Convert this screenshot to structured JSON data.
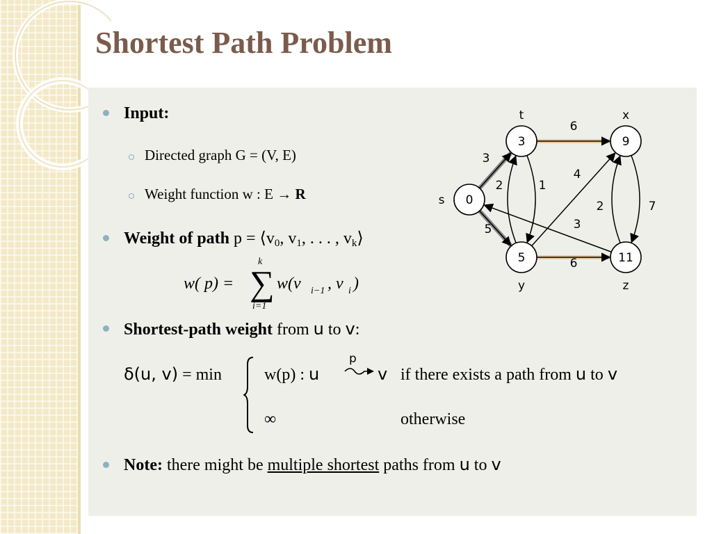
{
  "slide": {
    "title": "Shortest Path Problem",
    "input": {
      "label": "Input:",
      "items": [
        "Directed graph G = (V, E)",
        "Weight function w : E → "
      ],
      "reals": "R"
    },
    "weight_of_path": {
      "label": "Weight of path",
      "p_eq": "p = ⟨v",
      "sub0": "0",
      "mid1": ", v",
      "sub1": "1",
      "mid2": ", . . . , v",
      "subk": "k",
      "close": "⟩"
    },
    "formula": {
      "lhs": "w( p) =",
      "sum_top": "k",
      "sum_bottom": "i=1",
      "term": "w(v",
      "term_sub1": "i−1",
      "comma": ", v",
      "term_sub2": "i",
      "term_close": ")"
    },
    "shortest_path_weight": {
      "label": "Shortest-path weight",
      "from": " from ",
      "u": "u",
      "to": " to ",
      "v": "v",
      "colon": ":"
    },
    "delta": {
      "lhs": "δ(u, v)",
      "eq_min": " = min",
      "case1_left": "w(p) : ",
      "case1_u": "u",
      "path_label": "p",
      "case1_v": "v",
      "case1_cond": "if there exists a path from ",
      "case1_cond_u": "u",
      "case1_cond_to": " to ",
      "case1_cond_v": "v",
      "case2_left": "∞",
      "case2_cond": "otherwise"
    },
    "note": {
      "label": "Note:",
      "text1": " there might be ",
      "underlined": "multiple shortest",
      "text2": " paths from ",
      "u": "u",
      "to": " to ",
      "v": "v"
    }
  },
  "graph": {
    "nodes": [
      {
        "id": "s",
        "value": "0",
        "name": "s"
      },
      {
        "id": "t",
        "value": "3",
        "name": "t"
      },
      {
        "id": "x",
        "value": "9",
        "name": "x"
      },
      {
        "id": "y",
        "value": "5",
        "name": "y"
      },
      {
        "id": "z",
        "value": "11",
        "name": "z"
      }
    ],
    "edges": [
      {
        "from": "s",
        "to": "t",
        "weight": "3",
        "shortest": true
      },
      {
        "from": "s",
        "to": "y",
        "weight": "5",
        "shortest": true
      },
      {
        "from": "t",
        "to": "x",
        "weight": "6",
        "shortest": true
      },
      {
        "from": "t",
        "to": "y",
        "weight": "2",
        "shortest": false
      },
      {
        "from": "y",
        "to": "t",
        "weight": "1",
        "shortest": false
      },
      {
        "from": "y",
        "to": "x",
        "weight": "4",
        "shortest": false
      },
      {
        "from": "y",
        "to": "z",
        "weight": "6",
        "shortest": true
      },
      {
        "from": "x",
        "to": "z",
        "weight": "2",
        "shortest": false
      },
      {
        "from": "z",
        "to": "x",
        "weight": "7",
        "shortest": false
      },
      {
        "from": "z",
        "to": "s",
        "weight": "3",
        "shortest": false
      }
    ]
  },
  "colors": {
    "title": "#7a5c4c",
    "bullet": "#8fb0be",
    "panel": "#efefea",
    "strip": "#f3e9c7",
    "shortest_edge": "#e8caa0"
  }
}
